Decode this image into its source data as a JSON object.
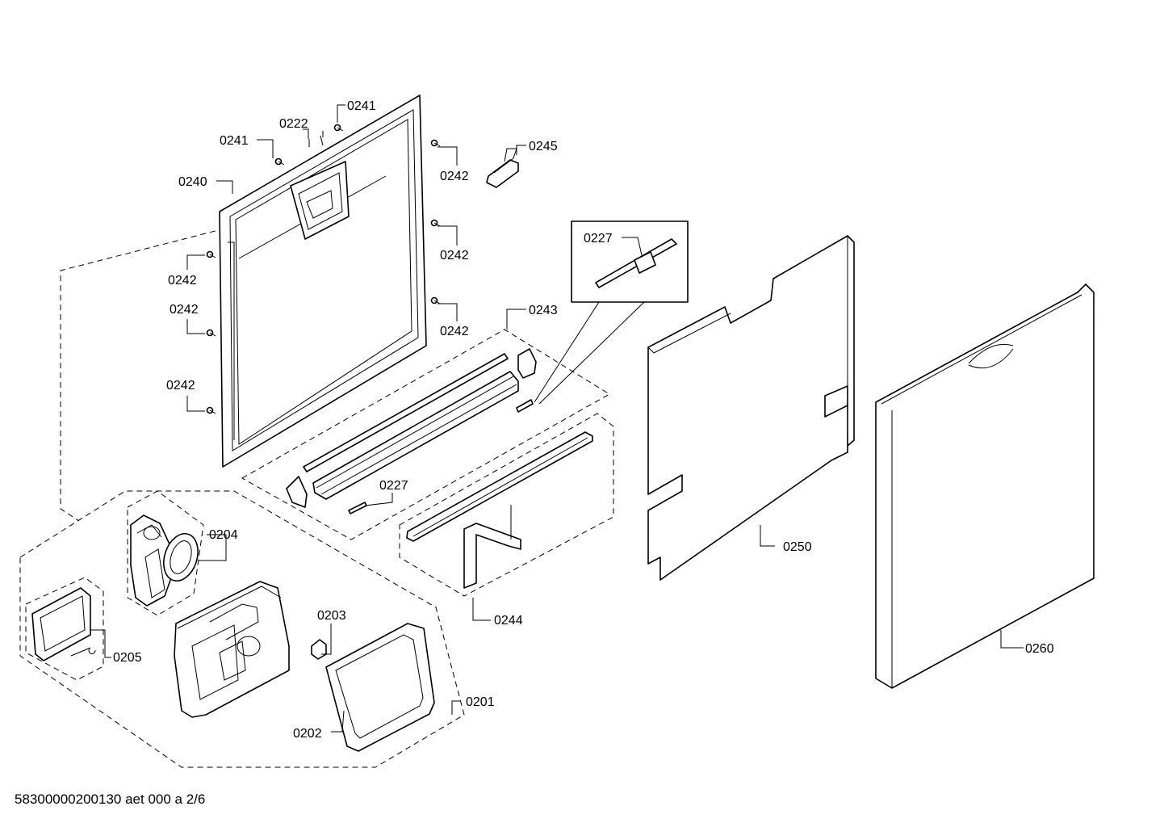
{
  "labels": {
    "p0241a": "0241",
    "p0241b": "0241",
    "p0222": "0222",
    "p0245": "0245",
    "p0240": "0240",
    "p0242a": "0242",
    "p0242b": "0242",
    "p0242c": "0242",
    "p0242d": "0242",
    "p0242e": "0242",
    "p0242f": "0242",
    "p0227a": "0227",
    "p0243": "0243",
    "p0227b": "0227",
    "p0204": "0204",
    "p0250": "0250",
    "p0244": "0244",
    "p0203": "0203",
    "p0205": "0205",
    "p0260": "0260",
    "p0201": "0201",
    "p0202": "0202"
  },
  "footer": {
    "code": "58300000200130 aet 000 a 2/6"
  }
}
